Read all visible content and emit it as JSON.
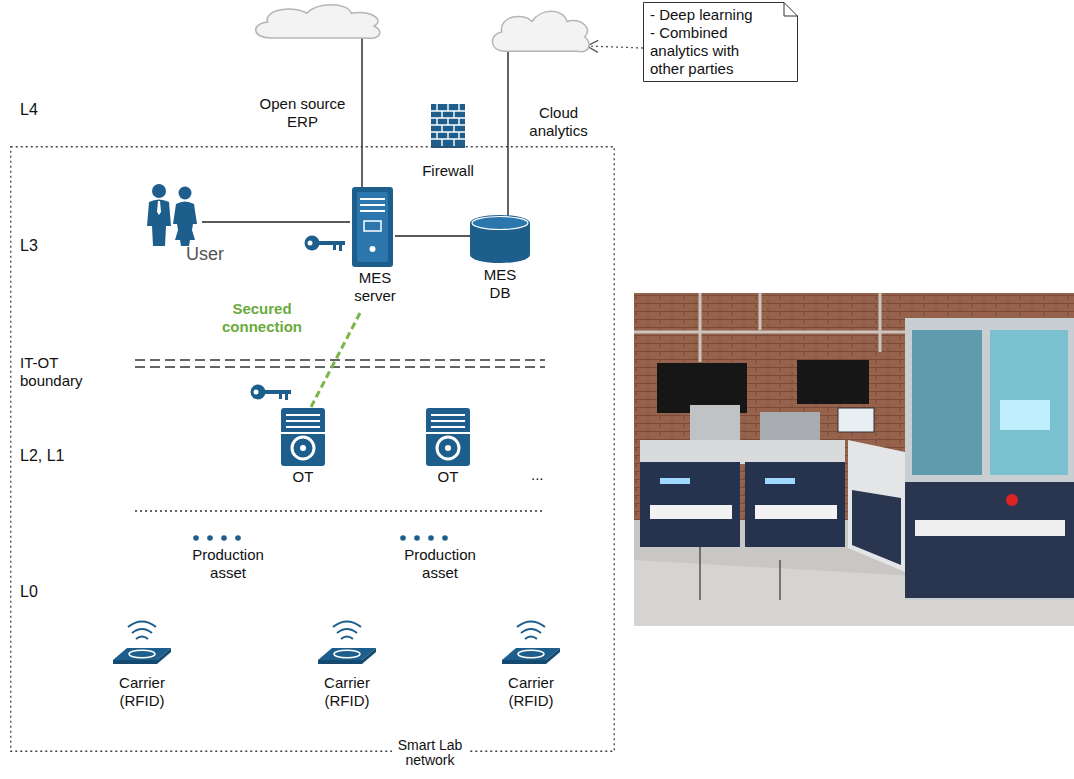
{
  "diagram": {
    "nodes": [
      {
        "text": [
          "Open source ERP"
        ]
      },
      {
        "text": [
          "Cloud analytics"
        ]
      },
      {
        "text": [
          "- Deep learning",
          "- Combined analytics with other parties"
        ]
      },
      {
        "text": [
          "Firewall"
        ]
      },
      {
        "text": [
          "Smart Lab network"
        ]
      },
      {
        "text": [
          "User"
        ],
        "in": 4
      },
      {
        "text": [
          "MES server"
        ],
        "in": 4
      },
      {
        "text": [
          "MES DB"
        ],
        "in": 4
      },
      {
        "text": [
          "OT"
        ],
        "in": 4
      },
      {
        "text": [
          "OT"
        ],
        "in": 4
      },
      {
        "text": [
          "Production asset"
        ],
        "in": 4
      },
      {
        "text": [
          "Production asset"
        ],
        "in": 4
      },
      {
        "text": [
          "Carrier (RFID)"
        ],
        "in": 4
      },
      {
        "text": [
          "Carrier (RFID)"
        ],
        "in": 4
      },
      {
        "text": [
          "Carrier (RFID)"
        ],
        "in": 4
      }
    ],
    "edges": [
      {
        "from": 6,
        "to": 0,
        "arrow": "none"
      },
      {
        "from": 5,
        "to": 6,
        "arrow": "none"
      },
      {
        "from": 6,
        "to": 7,
        "arrow": "none"
      },
      {
        "from": 7,
        "to": 1,
        "arrow": "none"
      },
      {
        "from": 2,
        "to": 1,
        "arrow": "to"
      },
      {
        "from": 6,
        "to": 8,
        "label": "Secured connection",
        "arrow": "none"
      }
    ],
    "labels": [
      "L4",
      "L3",
      "IT-OT boundary",
      "L2, L1",
      "...",
      "L0"
    ]
  }
}
